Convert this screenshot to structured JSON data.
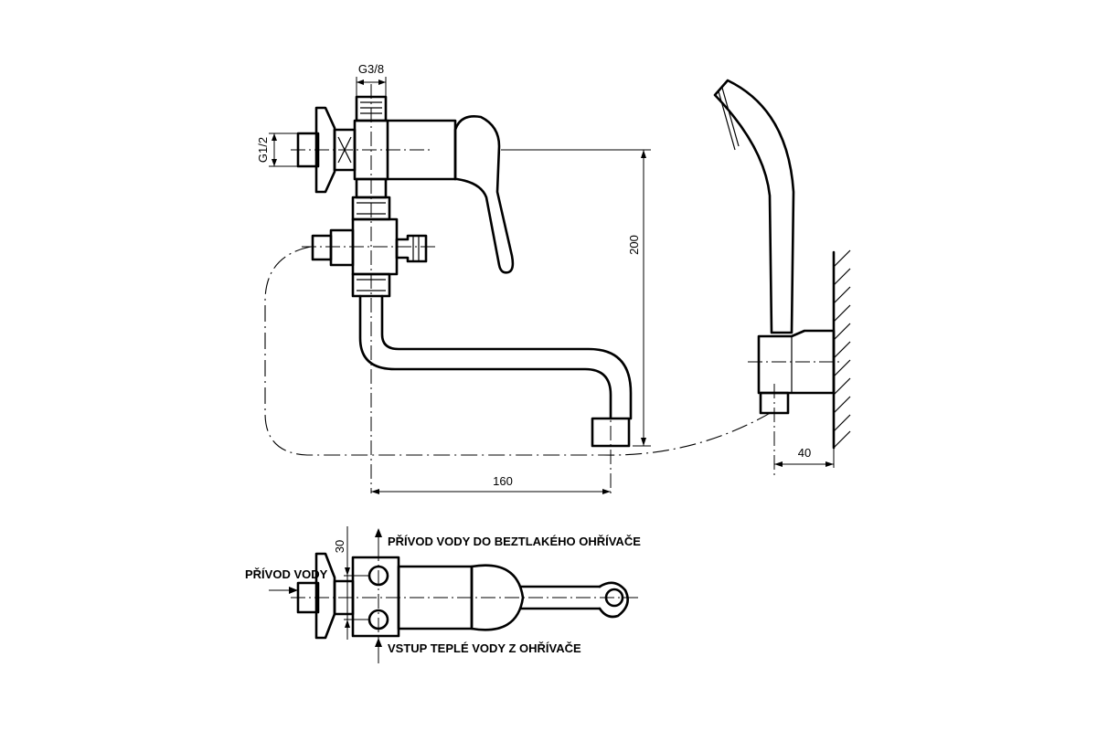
{
  "dimensions": {
    "g38": "G3/8",
    "g12": "G1/2",
    "height": "200",
    "reach": "160",
    "wall_offset": "40",
    "spacing": "30"
  },
  "labels": {
    "supply_to_heater": "PŘÍVOD VODY DO BEZTLAKÉHO OHŘÍVAČE",
    "water_supply": "PŘÍVOD VODY",
    "hot_inlet": "VSTUP TEPLÉ VODY Z OHŘÍVAČE"
  }
}
